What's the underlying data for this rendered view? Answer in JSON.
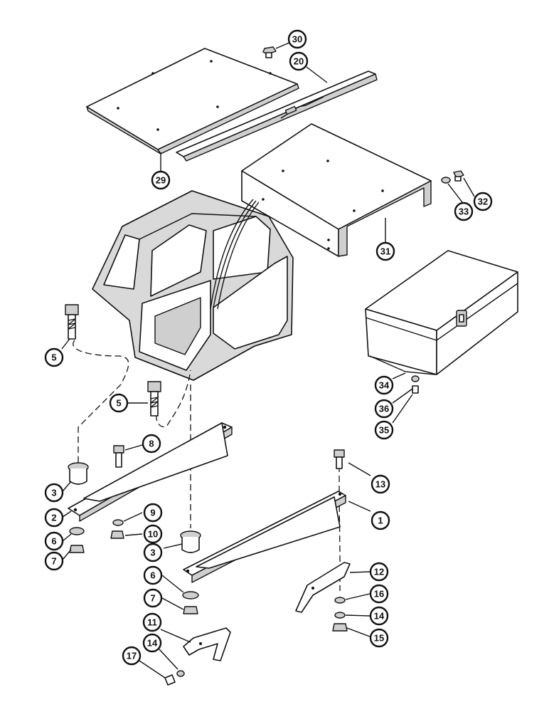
{
  "callouts": [
    {
      "label": "30"
    },
    {
      "label": "20"
    },
    {
      "label": "29"
    },
    {
      "label": "32"
    },
    {
      "label": "33"
    },
    {
      "label": "31"
    },
    {
      "label": "5"
    },
    {
      "label": "5"
    },
    {
      "label": "34"
    },
    {
      "label": "36"
    },
    {
      "label": "35"
    },
    {
      "label": "8"
    },
    {
      "label": "13"
    },
    {
      "label": "3"
    },
    {
      "label": "2"
    },
    {
      "label": "1"
    },
    {
      "label": "9"
    },
    {
      "label": "6"
    },
    {
      "label": "10"
    },
    {
      "label": "7"
    },
    {
      "label": "3"
    },
    {
      "label": "12"
    },
    {
      "label": "6"
    },
    {
      "label": "16"
    },
    {
      "label": "7"
    },
    {
      "label": "14"
    },
    {
      "label": "15"
    },
    {
      "label": "11"
    },
    {
      "label": "14"
    },
    {
      "label": "17"
    }
  ]
}
